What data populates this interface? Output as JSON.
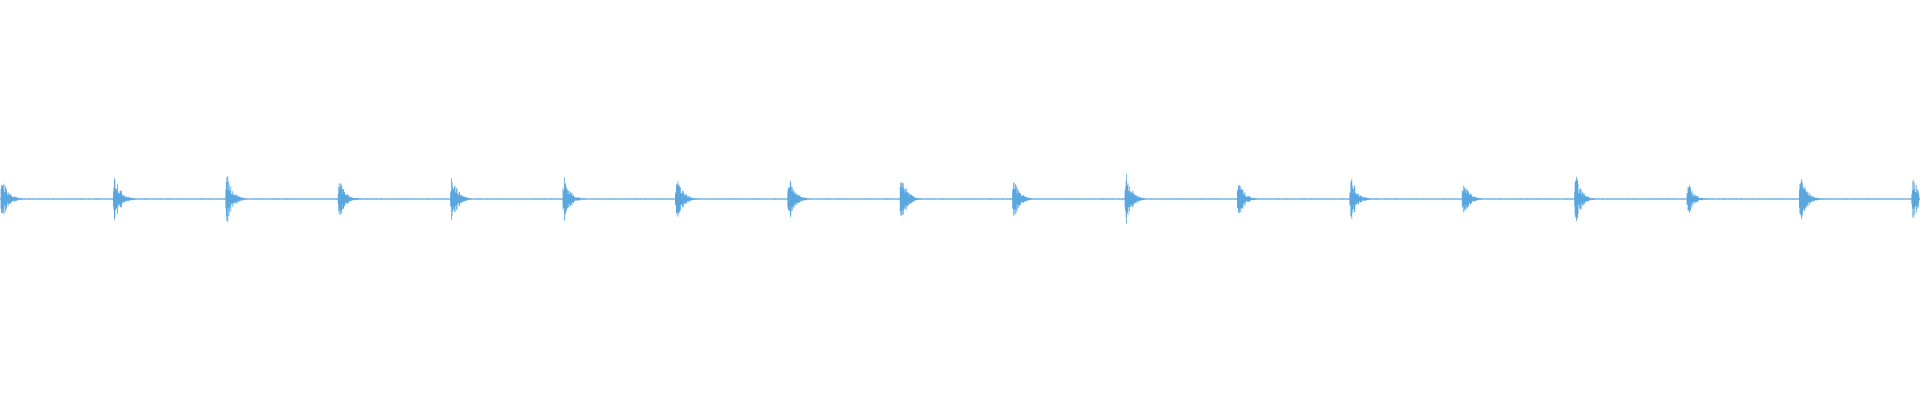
{
  "waveform": {
    "color": "#5aa7e0",
    "beat_count": 18,
    "beat_amplitudes": [
      0.85,
      1.0,
      0.95,
      0.75,
      1.0,
      0.85,
      1.0,
      0.85,
      0.9,
      0.75,
      1.0,
      0.75,
      0.85,
      0.7,
      0.9,
      0.6,
      1.0,
      0.85
    ],
    "noise_floor": 0.03
  }
}
